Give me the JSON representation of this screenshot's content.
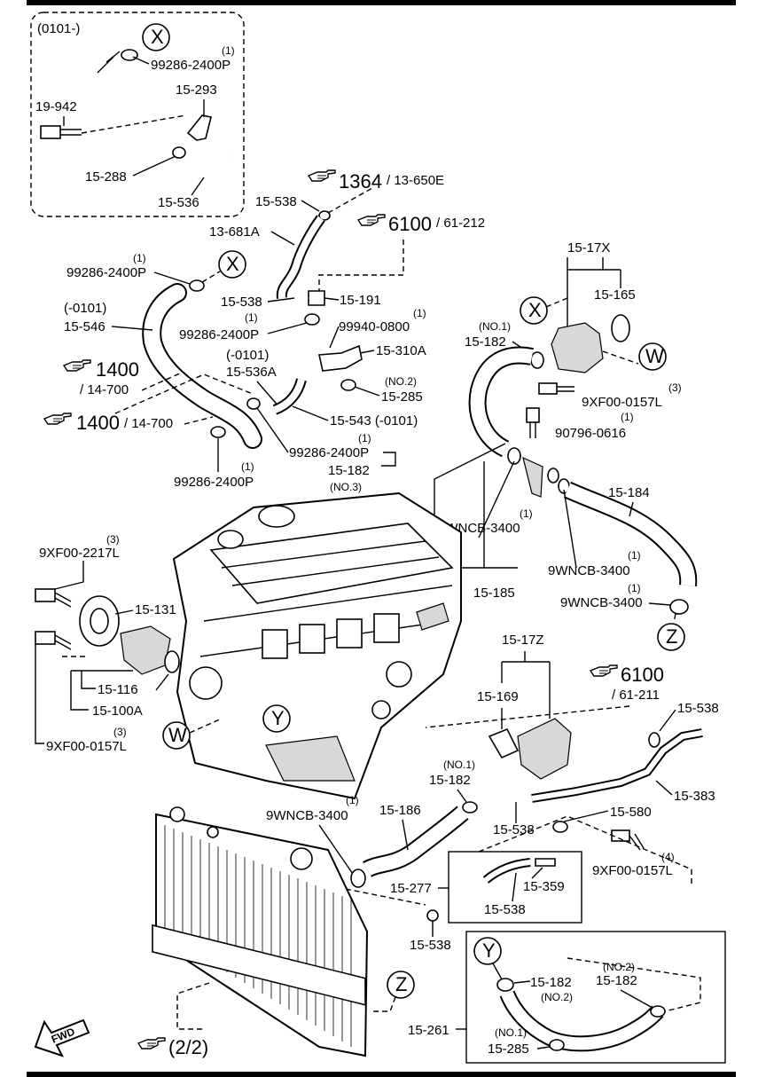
{
  "labels": {
    "inset_code": "(0101-)",
    "l_99286_top": "99286-2400P",
    "q_99286_top": "(1)",
    "l_15_293": "15-293",
    "l_19_942": "19-942",
    "l_15_288": "15-288",
    "l_15_536": "15-536",
    "l_15_538_a": "15-538",
    "l_1364": "1364",
    "l_13_650e": "/ 13-650E",
    "l_13_681a": "13-681A",
    "l_6100_a": "6100",
    "l_61_212": "/ 61-212",
    "l_15_17x": "15-17X",
    "l_15_165": "15-165",
    "q_99286_b": "(1)",
    "l_99286_b": "99286-2400P",
    "l_0101_a": "(-0101)",
    "l_15_546": "15-546",
    "l_15_538_b": "15-538",
    "l_15_191": "15-191",
    "q_99286_c": "(1)",
    "l_99286_c": "99286-2400P",
    "q_99940": "(1)",
    "l_99940": "99940-0800",
    "l_15_310a": "15-310A",
    "q_no1_a": "(NO.1)",
    "l_15_182_a": "15-182",
    "l_1400_a": "1400",
    "l_14_700_a": "/ 14-700",
    "l_0101_b": "(-0101)",
    "l_15_536a": "15-536A",
    "q_no2_a": "(NO.2)",
    "l_15_285_a": "15-285",
    "l_1400_b": "1400",
    "l_14_700_b": "/ 14-700",
    "l_15_543": "15-543 (-0101)",
    "l_9xf00_a": "9XF00-0157L",
    "q_9xf00_a": "(3)",
    "l_90796": "90796-0616",
    "q_90796": "(1)",
    "q_99286_d": "(1)",
    "l_99286_d": "99286-2400P",
    "l_15_182_b": "15-182",
    "q_no3": "(NO.3)",
    "q_0101_c": "(-0101)",
    "q_99286_e": "(1)",
    "l_99286_e": "99286-2400P",
    "l_15_184": "15-184",
    "q_9wncb_a": "(1)",
    "l_9wncb_a": "9WNCB-3400",
    "q_9wncb_b": "(1)",
    "l_9wncb_b": "9WNCB-3400",
    "q_9wncb_c": "(1)",
    "l_9wncb_c": "9WNCB-3400",
    "l_15_185": "15-185",
    "q_9xf00_b": "(3)",
    "l_9xf00_b": "9XF00-2217L",
    "l_15_131": "15-131",
    "l_15_116": "15-116",
    "l_15_100a": "15-100A",
    "q_9xf00_c": "(3)",
    "l_9xf00_c": "9XF00-0157L",
    "l_15_17z": "15-17Z",
    "l_15_169": "15-169",
    "l_6100_b": "6100",
    "l_61_211": "/ 61-211",
    "l_15_538_c": "15-538",
    "q_no1_b": "(NO.1)",
    "l_15_182_c": "15-182",
    "l_15_383": "15-383",
    "q_9wncb_d": "(1)",
    "l_9wncb_d": "9WNCB-3400",
    "l_15_186": "15-186",
    "l_15_580": "15-580",
    "l_15_538_d": "15-538",
    "q_9xf00_d": "(4)",
    "l_9xf00_d": "9XF00-0157L",
    "l_15_277": "15-277",
    "l_15_359": "15-359",
    "l_15_538_e": "15-538",
    "l_15_538_f": "15-538",
    "l_15_182_d": "15-182",
    "q_no2_b": "(NO.2)",
    "q_no2_c": "(NO.2)",
    "l_15_182_e": "15-182",
    "l_15_261": "15-261",
    "q_no1_c": "(NO.1)",
    "l_15_285_b": "15-285",
    "l_22": "(2/2)",
    "fwd": "FWD"
  },
  "callouts": {
    "x1": "X",
    "x2": "X",
    "x3": "X",
    "w1": "W",
    "w2": "W",
    "y1": "Y",
    "y2": "Y",
    "z1": "Z",
    "z2": "Z"
  },
  "icons": {
    "reference": "pointing-hand-icon",
    "direction": "fwd-arrow-icon"
  },
  "colors": {
    "ink": "#000000",
    "paper": "#ffffff"
  }
}
